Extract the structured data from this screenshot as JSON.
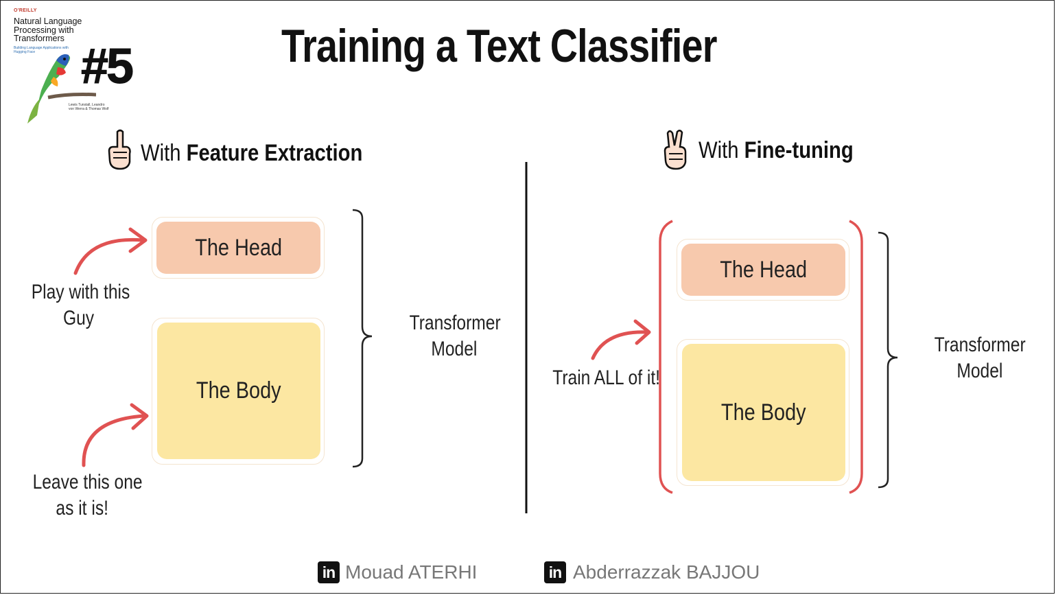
{
  "book": {
    "publisher": "O'REILLY",
    "title": "Natural Language Processing with Transformers",
    "subtitle": "Building Language Applications with Hugging Face",
    "authors": "Lewis Tunstall, Leandro von Werra & Thomas Wolf"
  },
  "episode_number": "#5",
  "title": "Training a Text Classifier",
  "left": {
    "heading_prefix": "With",
    "heading_bold": "Feature Extraction",
    "head_label": "The Head",
    "body_label": "The Body",
    "model_label_line1": "Transformer",
    "model_label_line2": "Model",
    "note_head_line1": "Play with this",
    "note_head_line2": "Guy",
    "note_body_line1": "Leave this one",
    "note_body_line2": "as it is!"
  },
  "right": {
    "heading_prefix": "With",
    "heading_bold": "Fine-tuning",
    "head_label": "The Head",
    "body_label": "The Body",
    "model_label_line1": "Transformer",
    "model_label_line2": "Model",
    "note": "Train ALL of it!"
  },
  "credits": [
    {
      "icon": "linkedin-icon",
      "icon_text": "in",
      "name": "Mouad ATERHI"
    },
    {
      "icon": "linkedin-icon",
      "icon_text": "in",
      "name": "Abderrazzak BAJJOU"
    }
  ],
  "colors": {
    "head": "#f7c9ad",
    "body": "#fce7a2",
    "arrow": "#e05252",
    "bracket_red": "#e05252"
  }
}
